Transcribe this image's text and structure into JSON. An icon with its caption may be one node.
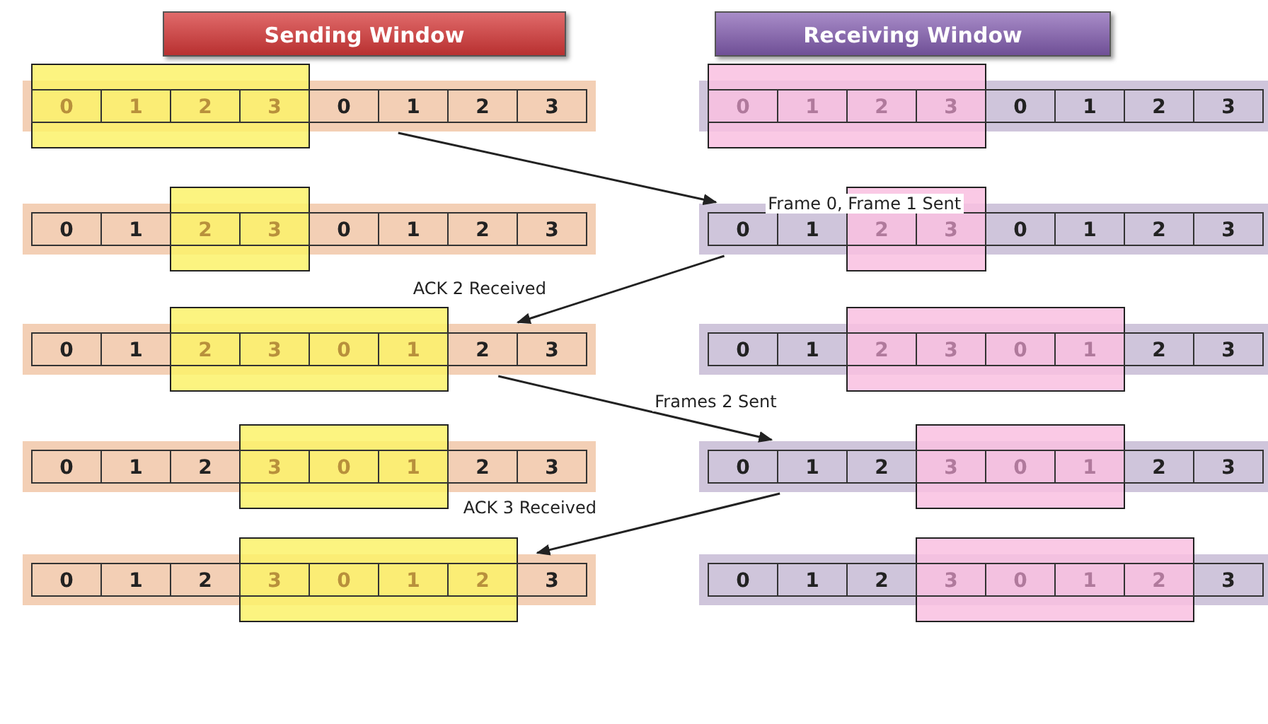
{
  "diagram": {
    "nodes": [
      {
        "text": [
          "Sending Window"
        ]
      },
      {
        "text": [
          "Receiving Window"
        ]
      },
      {
        "text": [],
        "shape": "box"
      },
      {
        "text": [],
        "shape": "bar"
      },
      {
        "text": [
          "0"
        ]
      },
      {
        "text": [
          "1"
        ]
      },
      {
        "text": [
          "2"
        ]
      },
      {
        "text": [
          "3"
        ]
      },
      {
        "text": [
          "0"
        ],
        "in": 3
      },
      {
        "text": [
          "1"
        ],
        "in": 3
      },
      {
        "text": [
          "2"
        ],
        "in": 3
      },
      {
        "text": [
          "3"
        ],
        "in": 3
      },
      {
        "text": [],
        "shape": "box"
      },
      {
        "text": [],
        "shape": "bar"
      },
      {
        "text": [
          "0"
        ]
      },
      {
        "text": [
          "1"
        ]
      },
      {
        "text": [
          "2"
        ]
      },
      {
        "text": [
          "3"
        ]
      },
      {
        "text": [
          "0"
        ],
        "in": 13
      },
      {
        "text": [
          "1"
        ],
        "in": 13
      },
      {
        "text": [
          "2"
        ],
        "in": 13
      },
      {
        "text": [
          "3"
        ],
        "in": 13
      },
      {
        "text": [],
        "shape": "box"
      },
      {
        "text": [],
        "shape": "bar"
      },
      {
        "text": [
          "0"
        ],
        "in": 23
      },
      {
        "text": [
          "1"
        ],
        "in": 23
      },
      {
        "text": [
          "2"
        ]
      },
      {
        "text": [
          "3"
        ]
      },
      {
        "text": [
          "0"
        ],
        "in": 23
      },
      {
        "text": [
          "1"
        ],
        "in": 23
      },
      {
        "text": [
          "2"
        ],
        "in": 23
      },
      {
        "text": [
          "3"
        ],
        "in": 23
      },
      {
        "text": [],
        "shape": "box"
      },
      {
        "text": [],
        "shape": "bar"
      },
      {
        "text": [
          "0"
        ],
        "in": 33
      },
      {
        "text": [
          "1"
        ],
        "in": 33
      },
      {
        "text": [
          "2"
        ]
      },
      {
        "text": [
          "3"
        ]
      },
      {
        "text": [
          "0"
        ],
        "in": 33
      },
      {
        "text": [
          "1"
        ],
        "in": 33
      },
      {
        "text": [
          "2"
        ],
        "in": 33
      },
      {
        "text": [
          "3"
        ],
        "in": 33
      },
      {
        "text": [],
        "shape": "box"
      },
      {
        "text": [],
        "shape": "bar"
      },
      {
        "text": [
          "0"
        ],
        "in": 43
      },
      {
        "text": [
          "1"
        ],
        "in": 43
      },
      {
        "text": [
          "2"
        ]
      },
      {
        "text": [
          "3"
        ]
      },
      {
        "text": [
          "0"
        ]
      },
      {
        "text": [
          "1"
        ]
      },
      {
        "text": [
          "2"
        ],
        "in": 43
      },
      {
        "text": [
          "3"
        ],
        "in": 43
      },
      {
        "text": [],
        "shape": "box"
      },
      {
        "text": [],
        "shape": "bar"
      },
      {
        "text": [
          "0"
        ],
        "in": 53
      },
      {
        "text": [
          "1"
        ],
        "in": 53
      },
      {
        "text": [
          "2"
        ]
      },
      {
        "text": [
          "3"
        ]
      },
      {
        "text": [
          "0"
        ]
      },
      {
        "text": [
          "1"
        ]
      },
      {
        "text": [
          "2"
        ],
        "in": 53
      },
      {
        "text": [
          "3"
        ],
        "in": 53
      },
      {
        "text": [],
        "shape": "box"
      },
      {
        "text": [],
        "shape": "bar"
      },
      {
        "text": [
          "0"
        ],
        "in": 63
      },
      {
        "text": [
          "1"
        ],
        "in": 63
      },
      {
        "text": [
          "2"
        ],
        "in": 63
      },
      {
        "text": [
          "3"
        ]
      },
      {
        "text": [
          "0"
        ]
      },
      {
        "text": [
          "1"
        ]
      },
      {
        "text": [
          "2"
        ],
        "in": 63
      },
      {
        "text": [
          "3"
        ],
        "in": 63
      },
      {
        "text": [],
        "shape": "box"
      },
      {
        "text": [],
        "shape": "bar"
      },
      {
        "text": [
          "0"
        ],
        "in": 73
      },
      {
        "text": [
          "1"
        ],
        "in": 73
      },
      {
        "text": [
          "2"
        ],
        "in": 73
      },
      {
        "text": [
          "3"
        ]
      },
      {
        "text": [
          "0"
        ]
      },
      {
        "text": [
          "1"
        ]
      },
      {
        "text": [
          "2"
        ],
        "in": 73
      },
      {
        "text": [
          "3"
        ],
        "in": 73
      },
      {
        "text": [],
        "shape": "box"
      },
      {
        "text": [],
        "shape": "bar"
      },
      {
        "text": [
          "0"
        ],
        "in": 83
      },
      {
        "text": [
          "1"
        ],
        "in": 83
      },
      {
        "text": [
          "2"
        ],
        "in": 83
      },
      {
        "text": [
          "3"
        ]
      },
      {
        "text": [
          "0"
        ]
      },
      {
        "text": [
          "1"
        ]
      },
      {
        "text": [
          "2"
        ]
      },
      {
        "text": [
          "3"
        ],
        "in": 83
      },
      {
        "text": [],
        "shape": "box"
      },
      {
        "text": [],
        "shape": "bar"
      },
      {
        "text": [
          "0"
        ],
        "in": 93
      },
      {
        "text": [
          "1"
        ],
        "in": 93
      },
      {
        "text": [
          "2"
        ],
        "in": 93
      },
      {
        "text": [
          "3"
        ]
      },
      {
        "text": [
          "0"
        ]
      },
      {
        "text": [
          "1"
        ]
      },
      {
        "text": [
          "2"
        ]
      },
      {
        "text": [
          "3"
        ],
        "in": 93
      }
    ],
    "edges": [
      {
        "from": 3,
        "to": 33,
        "arrow": "to",
        "label": "Frame 0, Frame 1 Sent"
      },
      {
        "from": 33,
        "to": 43,
        "arrow": "to",
        "label": "ACK 2 Received"
      },
      {
        "from": 43,
        "to": 73,
        "arrow": "to",
        "label": "Frames 2 Sent"
      },
      {
        "from": 73,
        "to": 83,
        "arrow": "to",
        "label": "ACK 3 Received"
      }
    ]
  }
}
